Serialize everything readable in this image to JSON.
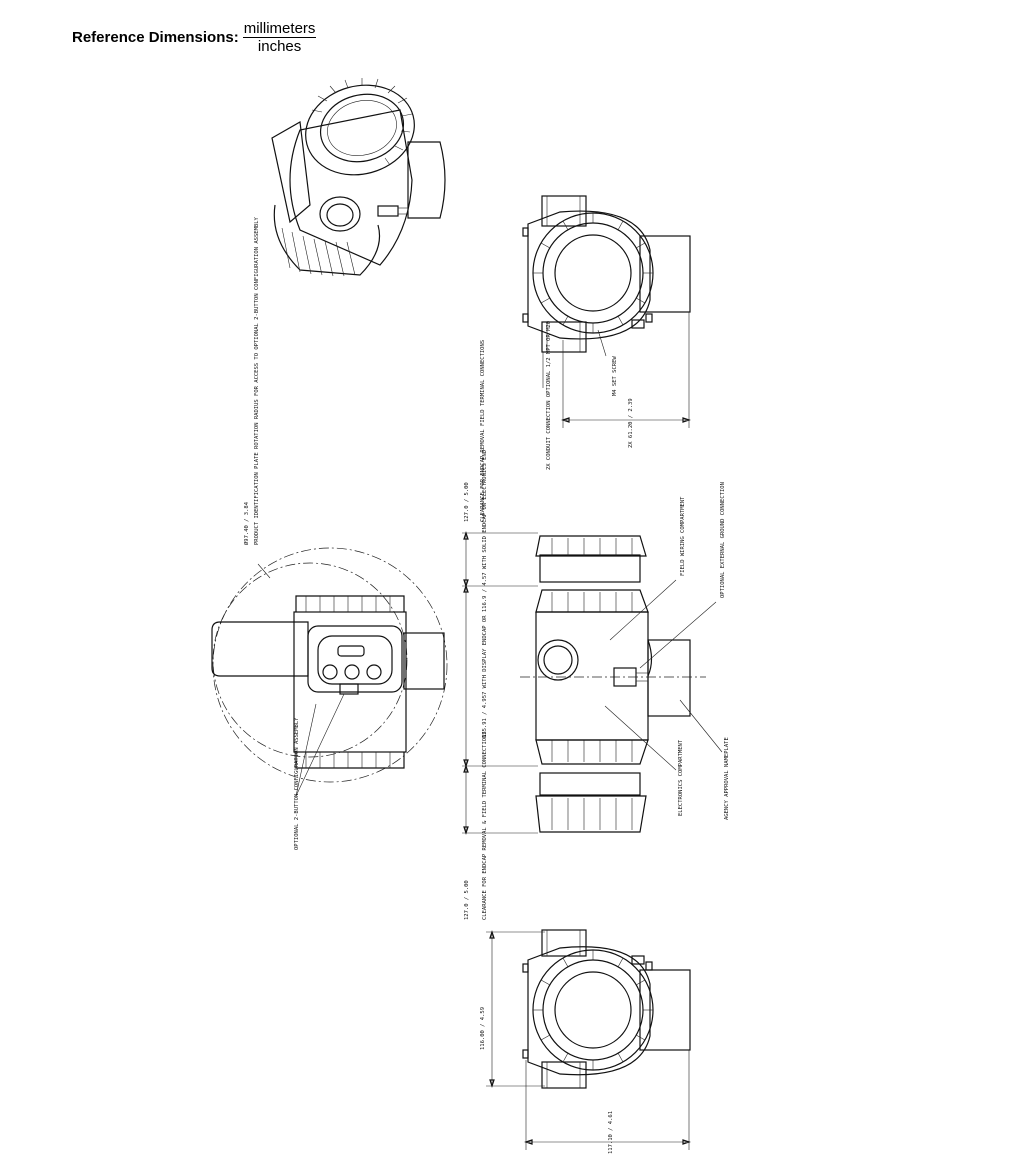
{
  "header": {
    "label": "Reference Dimensions:",
    "numerator": "millimeters",
    "denominator": "inches"
  },
  "notes": {
    "id_plate_dim": "Ø97.40 / 3.84",
    "id_plate_note": "PRODUCT IDENTIFICATION PLATE ROTATION RADIUS FOR ACCESS TO OPTIONAL 2-BUTTON CONFIGURATION ASSEMBLY",
    "config_assembly": "OPTIONAL 2-BUTTON CONFIGURATION ASSEMBLY",
    "conduit": "2X CONDUIT CONNECTION OPTIONAL 1/2 NPT OR M20",
    "set_screw": "M4 SET SCREW",
    "dim_2x": "2X 61.20 / 2.39",
    "clearance_top_dim": "127.0 / 5.00",
    "clearance_top_note": "CLEARANCE FOR ENDCAP REMOVAL FIELD TERMINAL CONNECTIONS",
    "housing_dim": "125.91 / 4.957 WITH DISPLAY ENDCAP OR 116.9 / 4.57 WITH SOLID ENDCAP ON ELECTRONICS END",
    "clearance_bottom_dim": "127.0 / 5.00",
    "clearance_bottom_note": "CLEARANCE FOR ENDCAP REMOVAL & FIELD TERMINAL CONNECTIONS",
    "field_wiring": "FIELD WIRING COMPARTMENT",
    "ground": "OPTIONAL EXTERNAL GROUND CONNECTION",
    "electronics": "ELECTRONICS COMPARTMENT",
    "agency": "AGENCY APPROVAL NAMEPLATE",
    "dim_width": "116.00 / 4.59",
    "dim_depth": "117.10 / 4.61"
  }
}
